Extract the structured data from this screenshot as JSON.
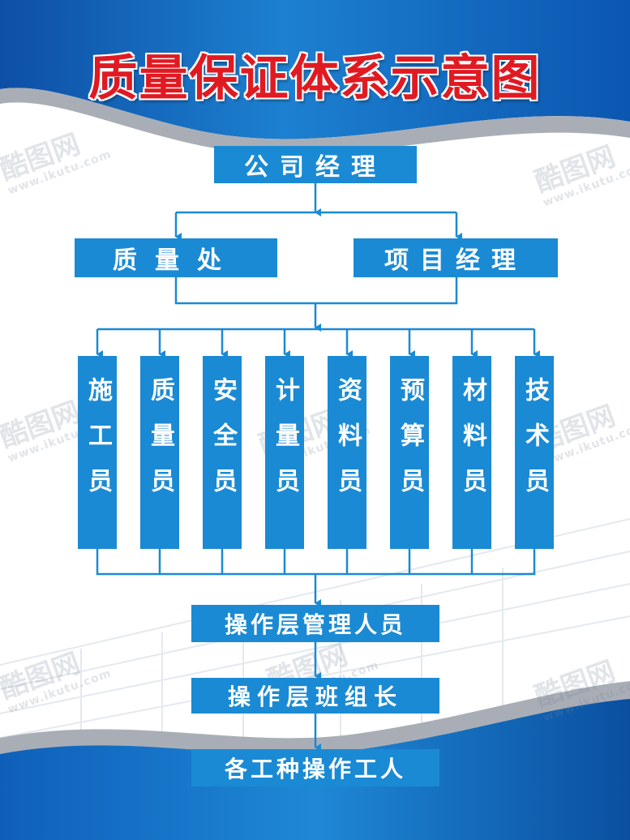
{
  "title": "质量保证体系示意图",
  "top": {
    "label": "公司经理"
  },
  "second": [
    {
      "label": "质量处"
    },
    {
      "label": "项目经理"
    }
  ],
  "staff": [
    {
      "label": "施工员"
    },
    {
      "label": "质量员"
    },
    {
      "label": "安全员"
    },
    {
      "label": "计量员"
    },
    {
      "label": "资料员"
    },
    {
      "label": "预算员"
    },
    {
      "label": "材料员"
    },
    {
      "label": "技术员"
    }
  ],
  "bottom": [
    {
      "label": "操作层管理人员"
    },
    {
      "label": "操作层班组长"
    },
    {
      "label": "各工种操作工人"
    }
  ],
  "watermark": {
    "logo": "酷图网",
    "url": "www.ikutu.com"
  },
  "colors": {
    "box": "#1a8ad4",
    "title": "#e01a22",
    "line": "#1a8ad4",
    "band": "#1565b8"
  }
}
